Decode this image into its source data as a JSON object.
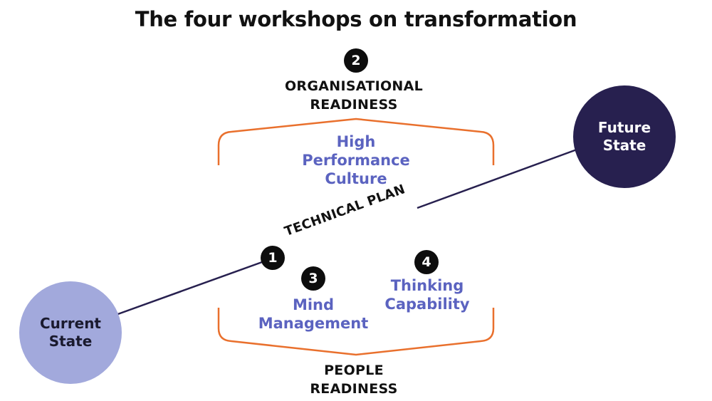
{
  "title": "The four workshops on transformation",
  "colors": {
    "bracket": "#e9702d",
    "concept_text": "#5b63c0",
    "current_state_fill": "#a2a9dc",
    "future_state_fill": "#27204f",
    "path_line": "#27204f",
    "badge_fill": "#0d0d0d"
  },
  "upper_bracket": {
    "number": "2",
    "label_line1": "ORGANISATIONAL",
    "label_line2": "READINESS"
  },
  "lower_bracket": {
    "label_line1": "PEOPLE",
    "label_line2": "READINESS"
  },
  "workshops": {
    "technical_plan": {
      "number": "1",
      "label": "TECHNICAL PLAN"
    },
    "high_performance_culture": {
      "line1": "High",
      "line2": "Performance",
      "line3": "Culture"
    },
    "mind_management": {
      "number": "3",
      "line1": "Mind",
      "line2": "Management"
    },
    "thinking_capability": {
      "number": "4",
      "line1": "Thinking",
      "line2": "Capability"
    }
  },
  "nodes": {
    "current_state": {
      "line1": "Current",
      "line2": "State"
    },
    "future_state": {
      "line1": "Future",
      "line2": "State"
    }
  }
}
